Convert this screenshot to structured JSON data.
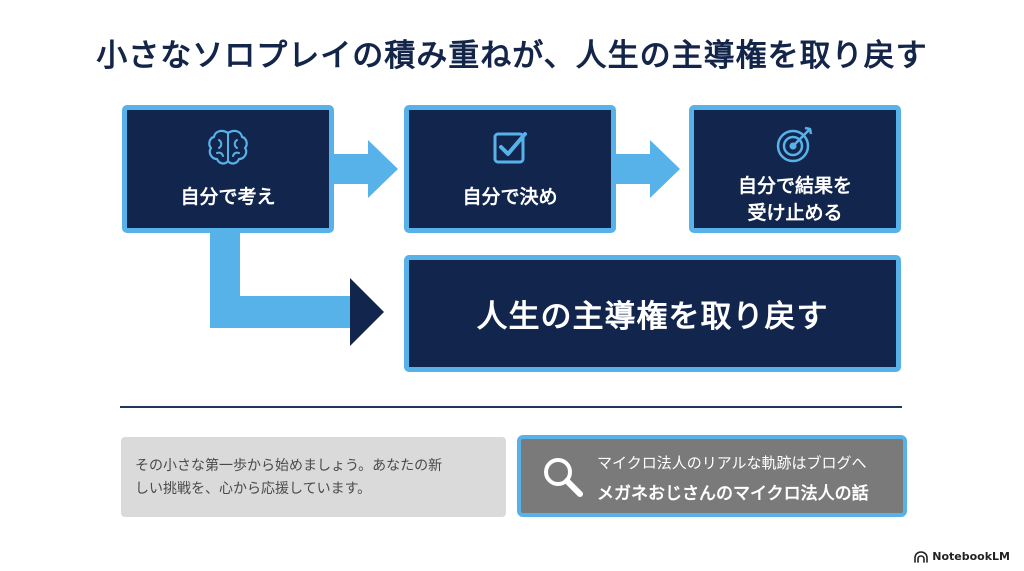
{
  "title": "小さなソロプレイの積み重ねが、人生の主導権を取り戻す",
  "steps": [
    {
      "icon": "brain-icon",
      "label": "自分で考え"
    },
    {
      "icon": "checkbox-icon",
      "label": "自分で決め"
    },
    {
      "icon": "target-icon",
      "label_line1": "自分で結果を",
      "label_line2": "受け止める"
    }
  ],
  "goal": {
    "label": "人生の主導権を取り戻す"
  },
  "note": {
    "line1": "その小さな第一歩から始めましょう。あなたの新",
    "line2": "しい挑戦を、心から応援しています。"
  },
  "blog_link": {
    "icon": "search-icon",
    "subtitle": "マイクロ法人のリアルな軌跡はブログへ",
    "title": "メガネおじさんのマイクロ法人の話"
  },
  "brand": {
    "name": "NotebookLM"
  },
  "colors": {
    "navy": "#12254d",
    "accent_blue": "#58b2ea",
    "note_gray": "#dadada",
    "button_gray": "#7a7a7a"
  }
}
